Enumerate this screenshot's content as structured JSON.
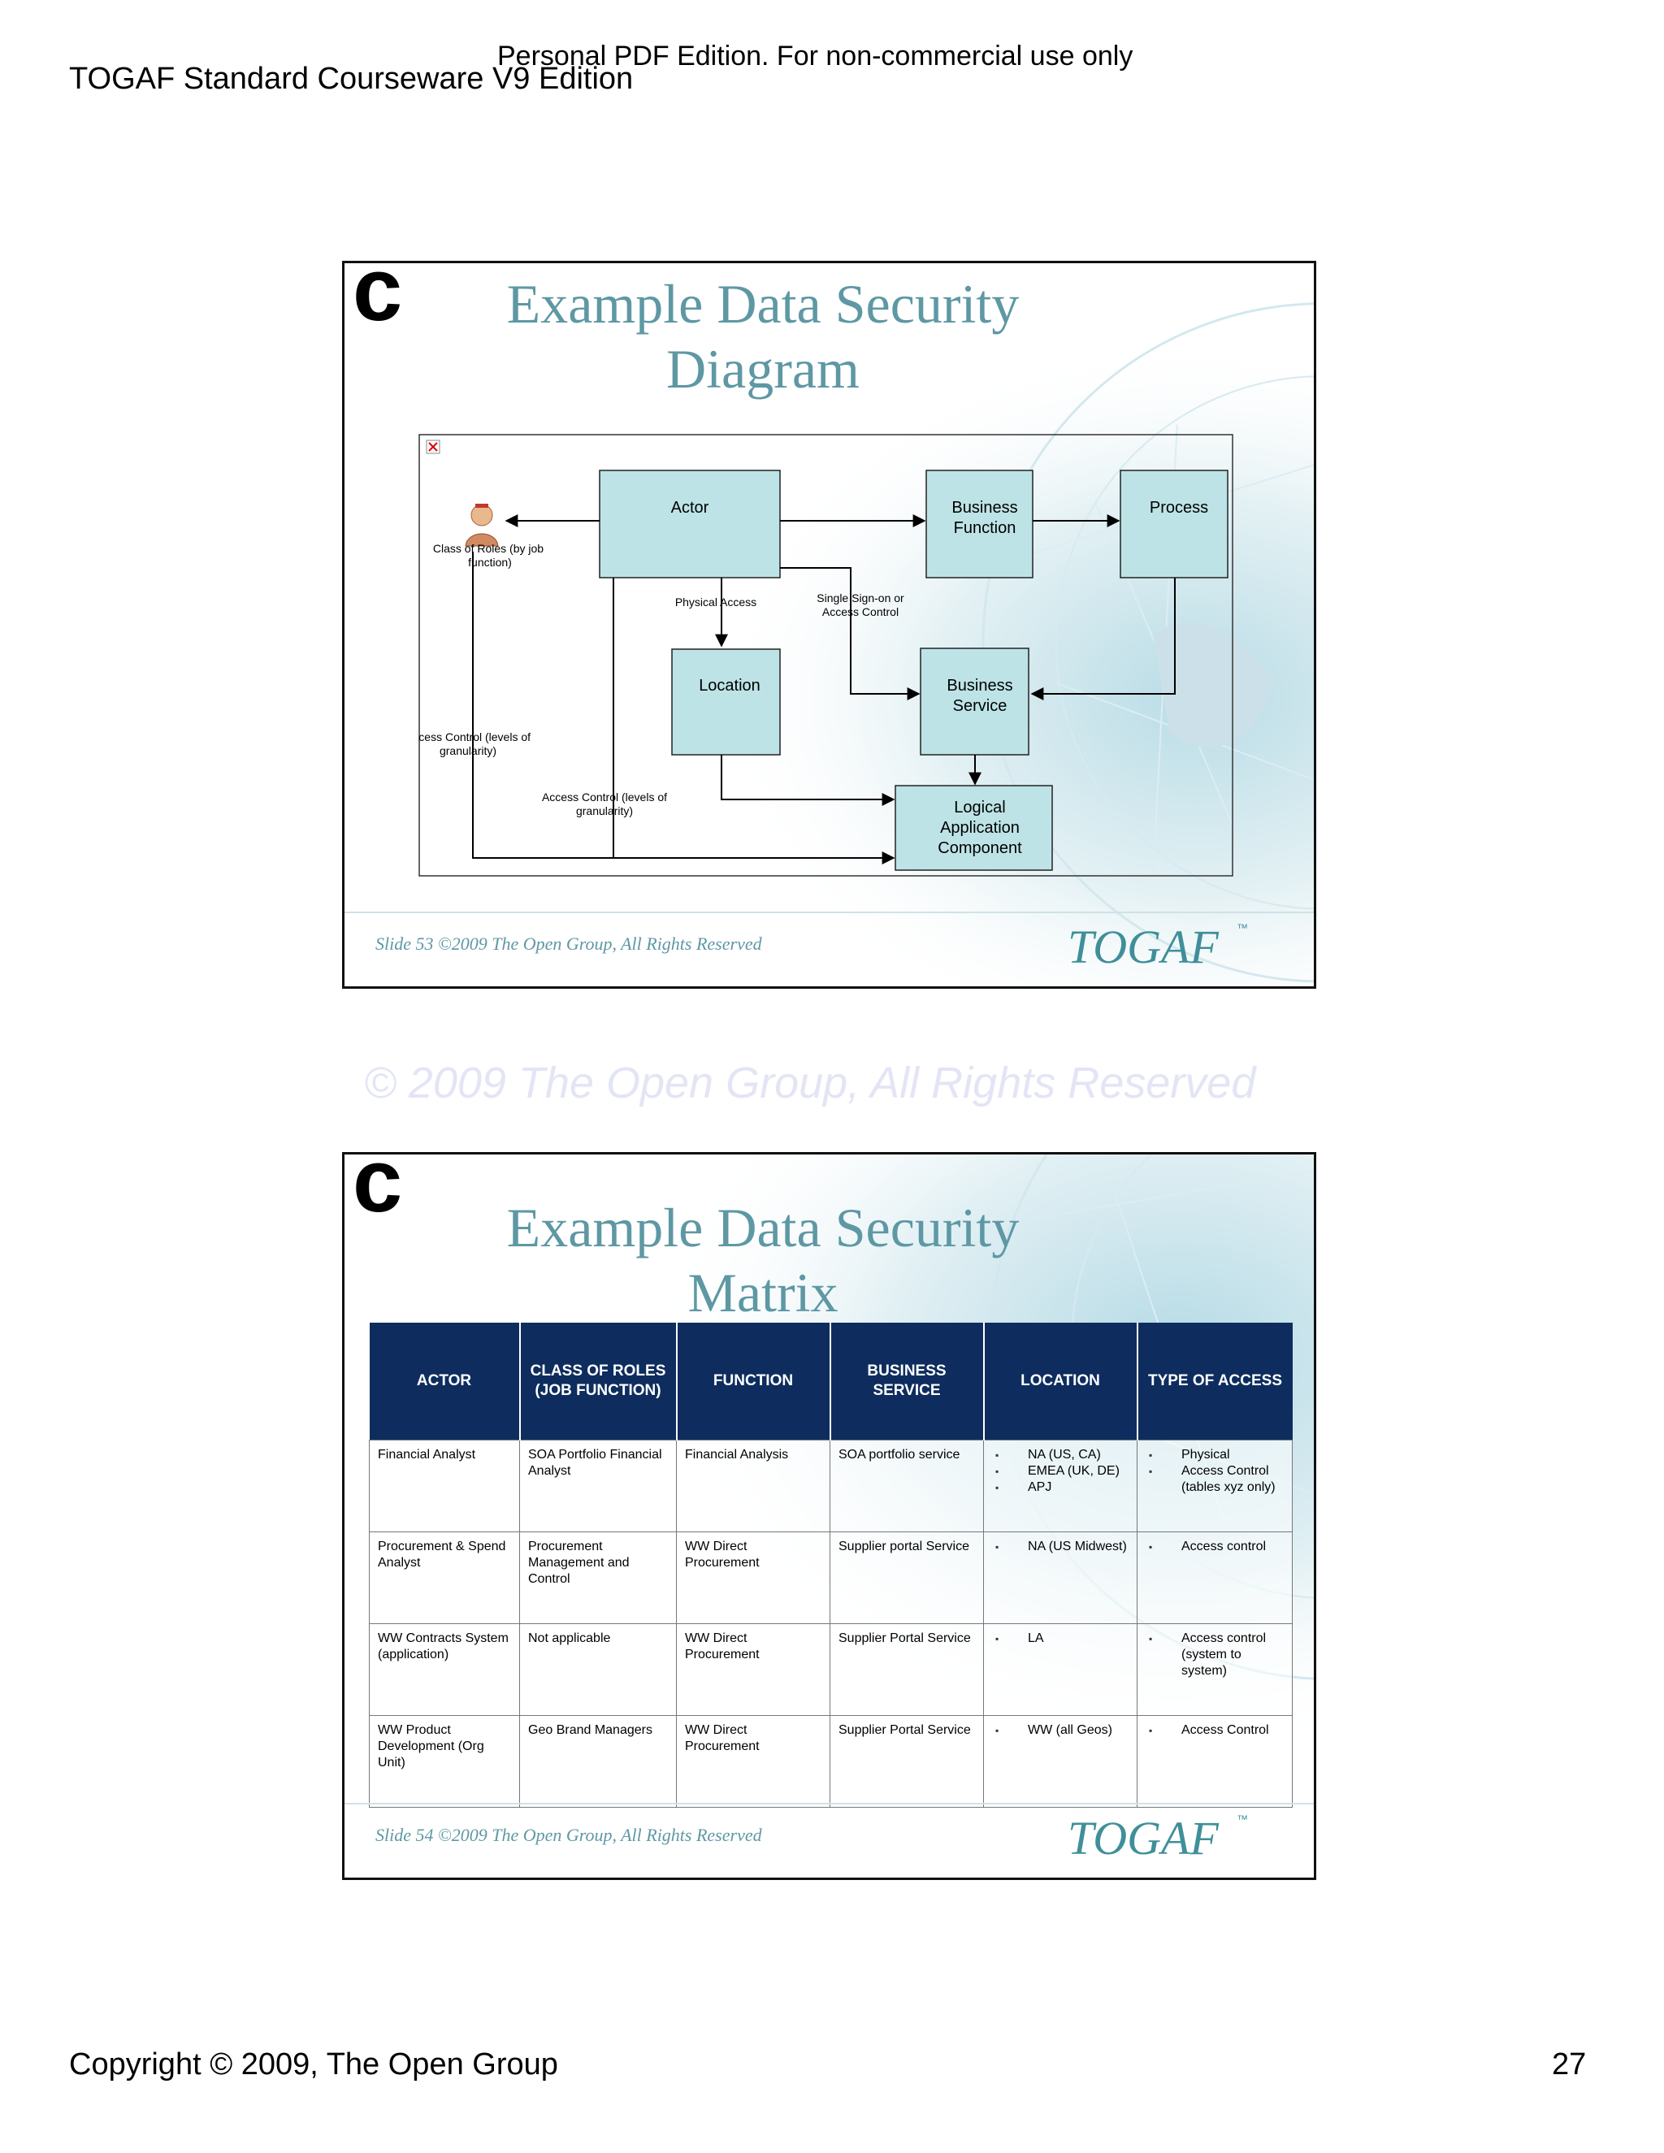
{
  "header": {
    "personal_edition": "Personal PDF Edition. For non-commercial use only",
    "doc_title": "TOGAF Standard Courseware V9 Edition"
  },
  "slide1": {
    "corner_mark": "c",
    "title": "Example Data Security Diagram",
    "diagram": {
      "nodes": {
        "actor": "Actor",
        "business_function_1": "Business",
        "business_function_2": "Function",
        "process": "Process",
        "location": "Location",
        "business_service_1": "Business",
        "business_service_2": "Service",
        "lac_1": "Logical",
        "lac_2": "Application",
        "lac_3": "Component"
      },
      "labels": {
        "class_of_roles_1": "Class of Roles (by job",
        "class_of_roles_2": "function)",
        "physical_access": "Physical Access",
        "sso_1": "Single Sign-on or",
        "sso_2": "Access Control",
        "ac_left_1": "Access Control (levels of",
        "ac_left_2": "granularity)",
        "ac_mid_1": "Access Control (levels of",
        "ac_mid_2": "granularity)"
      }
    },
    "footer": "Slide 53  ©2009 The Open Group, All Rights Reserved",
    "logo": "TOGAF",
    "tm": "™"
  },
  "watermark": "© 2009 The Open Group, All Rights Reserved",
  "slide2": {
    "corner_mark": "c",
    "title": "Example Data Security Matrix",
    "table": {
      "headers": [
        "ACTOR",
        "CLASS OF ROLES (JOB FUNCTION)",
        "FUNCTION",
        "BUSINESS SERVICE",
        "LOCATION",
        "TYPE OF ACCESS"
      ],
      "rows": [
        {
          "actor": "Financial Analyst",
          "role": "SOA Portfolio Financial Analyst",
          "function": "Financial Analysis",
          "service": "SOA portfolio service",
          "location": [
            "NA (US, CA)",
            "EMEA (UK, DE)",
            "APJ"
          ],
          "access": [
            "Physical",
            "Access Control (tables xyz only)"
          ]
        },
        {
          "actor": "Procurement & Spend Analyst",
          "role": "Procurement Management and Control",
          "function": "WW Direct Procurement",
          "service": "Supplier portal Service",
          "location": [
            "NA (US Midwest)"
          ],
          "access": [
            "Access control"
          ]
        },
        {
          "actor": "WW Contracts System (application)",
          "role": "Not applicable",
          "function": "WW Direct Procurement",
          "service": "Supplier Portal Service",
          "location": [
            "LA"
          ],
          "access": [
            "Access control (system to system)"
          ]
        },
        {
          "actor": "WW Product Development (Org Unit)",
          "role": "Geo Brand Managers",
          "function": "WW Direct Procurement",
          "service": "Supplier Portal Service",
          "location": [
            "WW (all Geos)"
          ],
          "access": [
            "Access Control"
          ]
        }
      ]
    },
    "footer": "Slide 54  ©2009 The Open Group, All Rights Reserved",
    "logo": "TOGAF",
    "tm": "™"
  },
  "footer": {
    "copyright": "Copyright © 2009, The Open Group",
    "page_number": "27"
  },
  "colors": {
    "title_teal": "#5e98a4",
    "box_fill": "#bde3e6",
    "table_header": "#0e2d5e"
  }
}
